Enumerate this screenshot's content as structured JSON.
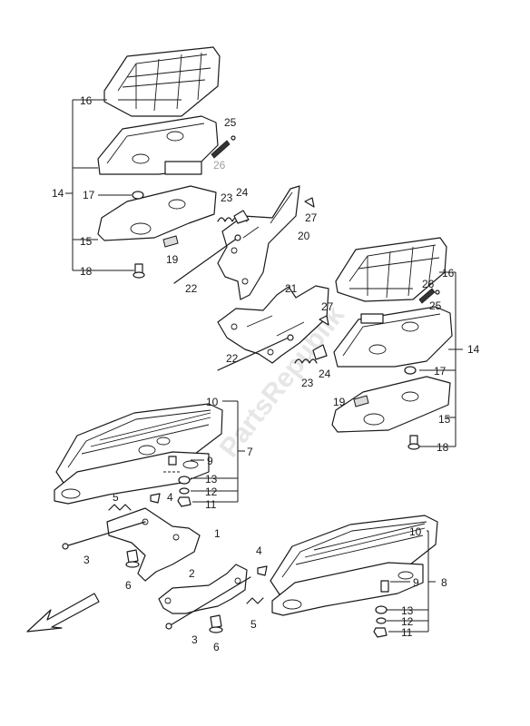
{
  "diagram": {
    "labels": {
      "p1": "1",
      "p2": "2",
      "p3a": "3",
      "p3b": "3",
      "p4a": "4",
      "p4b": "4",
      "p5a": "5",
      "p5b": "5",
      "p6a": "6",
      "p6b": "6",
      "p7": "7",
      "p8": "8",
      "p9a": "9",
      "p9b": "9",
      "p10a": "10",
      "p10b": "10",
      "p11a": "11",
      "p11b": "11",
      "p12a": "12",
      "p12b": "12",
      "p13a": "13",
      "p13b": "13",
      "p14a": "14",
      "p14b": "14",
      "p15a": "15",
      "p15b": "15",
      "p16a": "16",
      "p16b": "16",
      "p17a": "17",
      "p17b": "17",
      "p18a": "18",
      "p18b": "18",
      "p19a": "19",
      "p19b": "19",
      "p20": "20",
      "p21": "21",
      "p22a": "22",
      "p22b": "22",
      "p23a": "23",
      "p23b": "23",
      "p24a": "24",
      "p24b": "24",
      "p25a": "25",
      "p25b": "25",
      "p26a": "26",
      "p26b": "26",
      "p27a": "27",
      "p27b": "27"
    },
    "watermark": "PartsRepublik",
    "colors": {
      "line": "#1a1a1a",
      "muted_label": "#a0a0a0",
      "background": "#ffffff"
    }
  }
}
